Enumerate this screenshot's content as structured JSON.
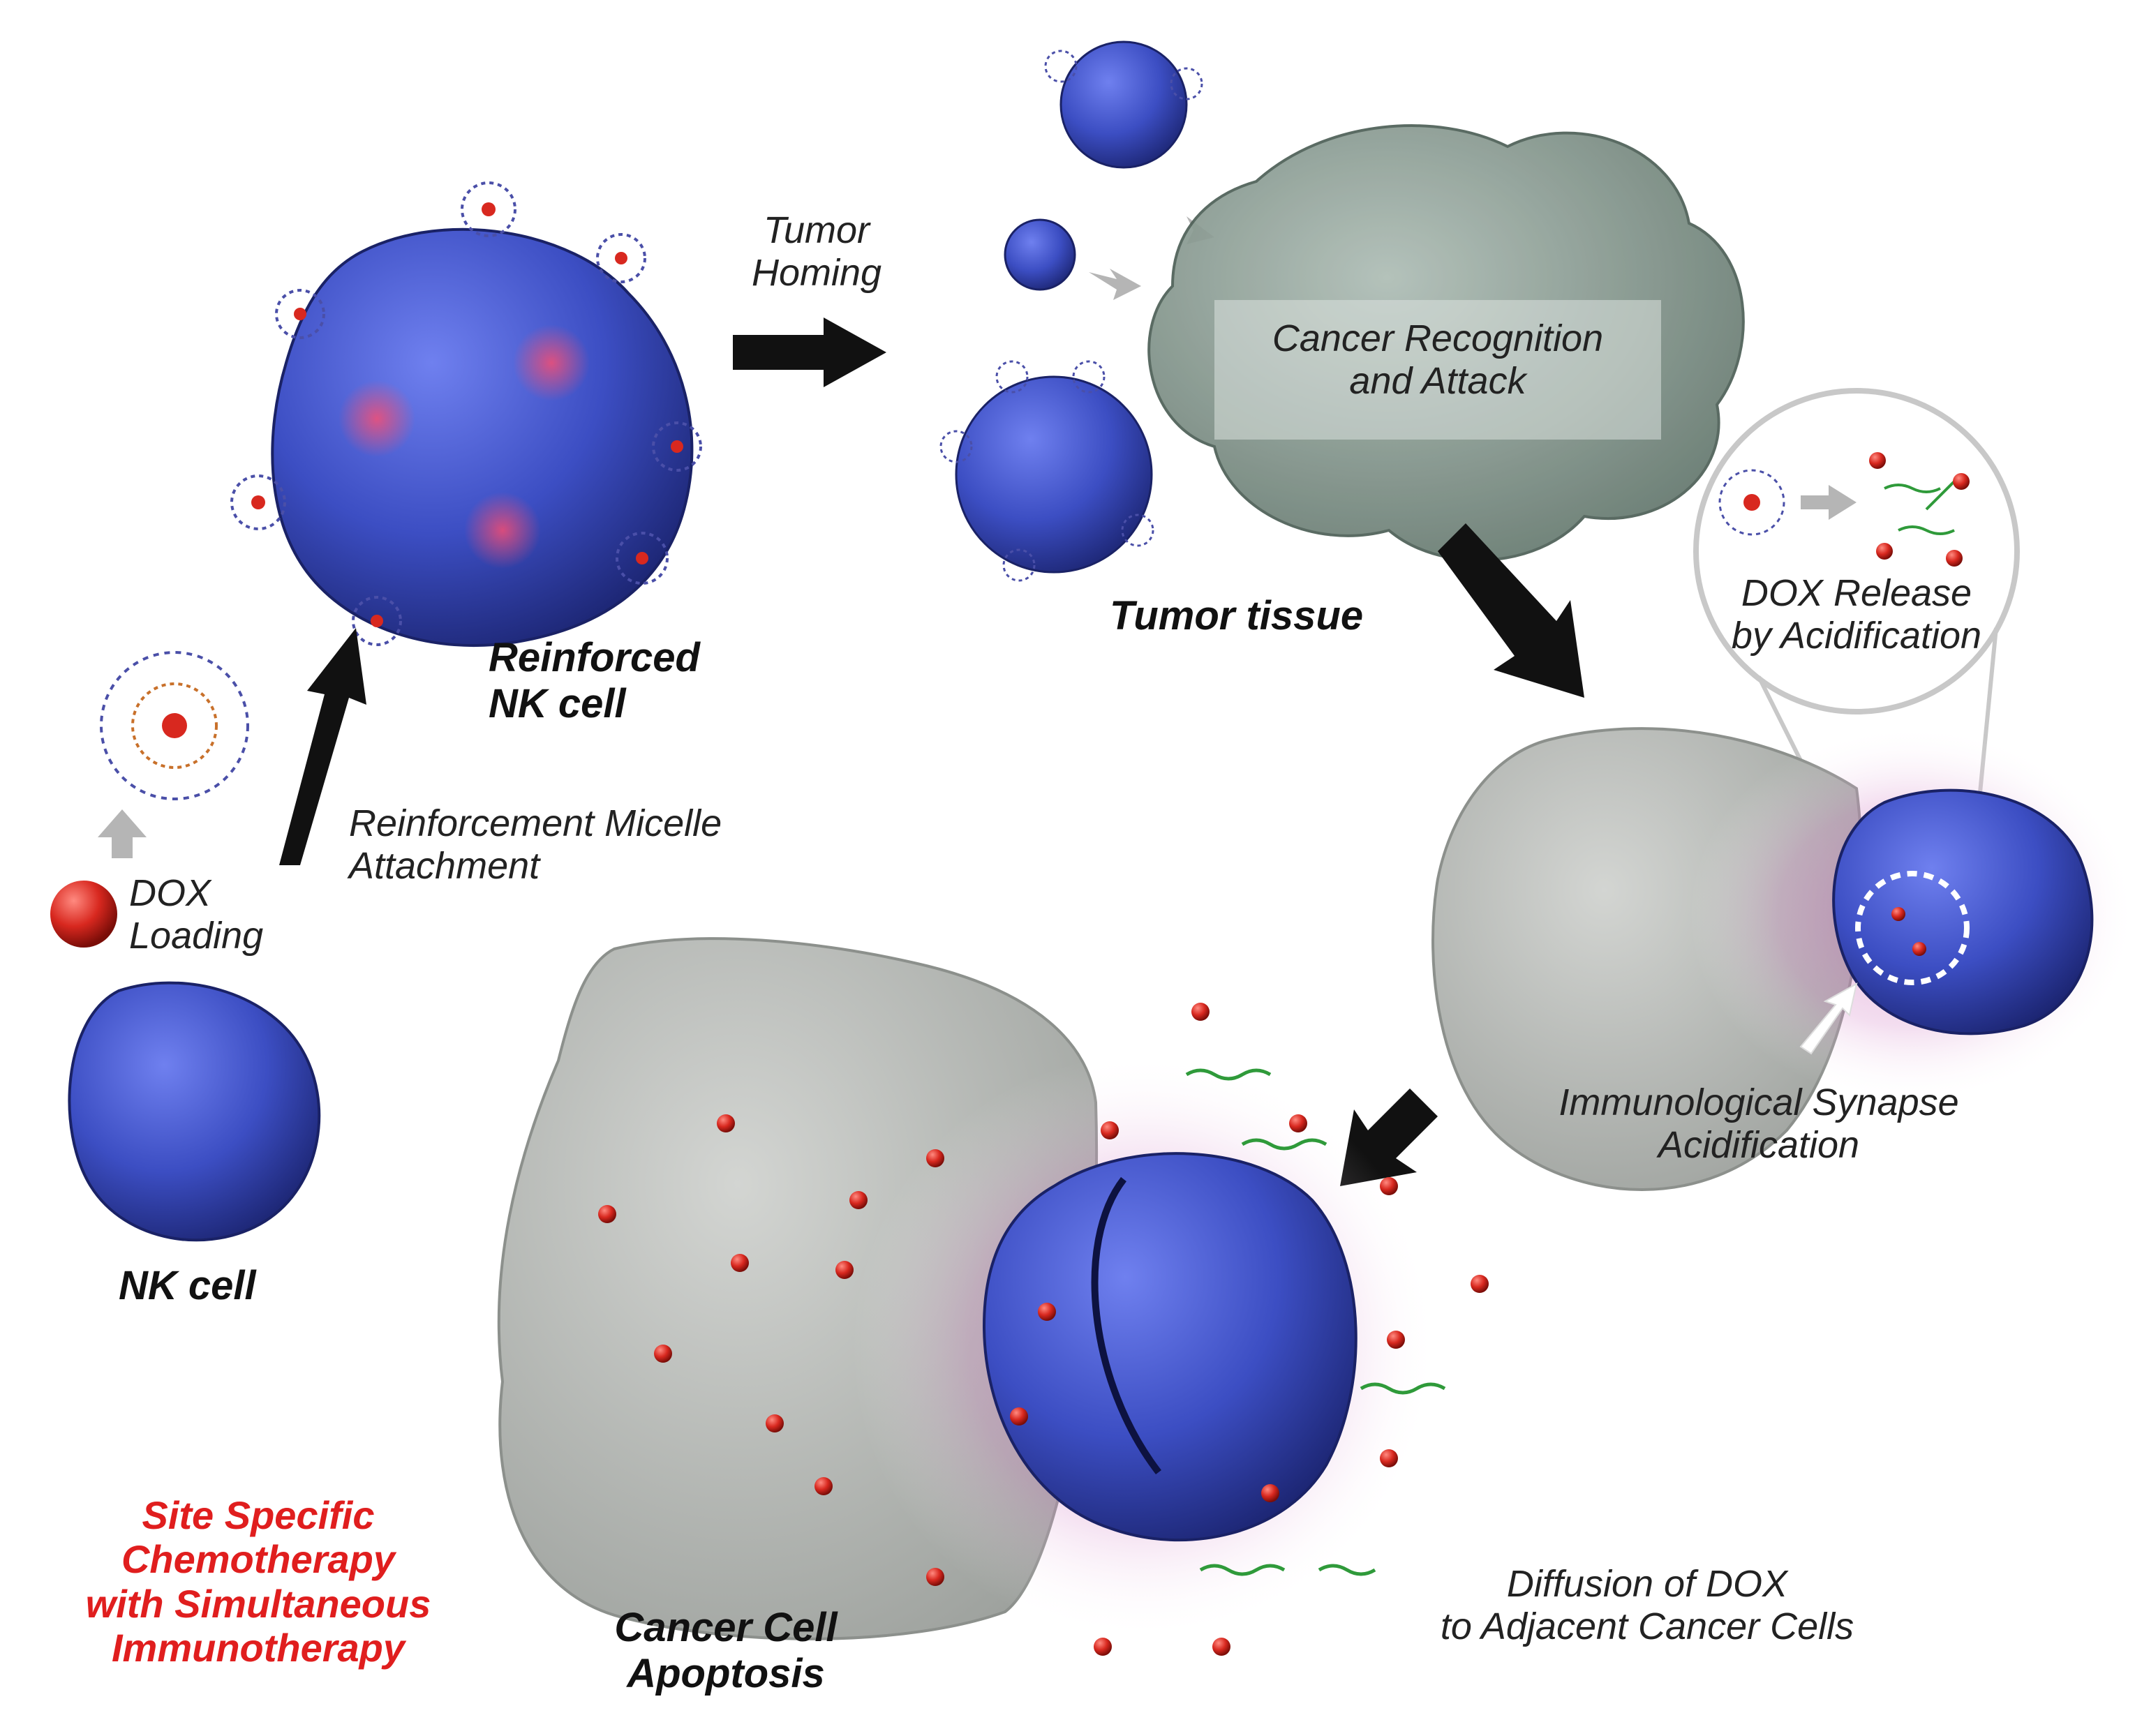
{
  "labels": {
    "tumor_homing": "Tumor\nHoming",
    "cancer_recognition": "Cancer Recognition\nand Attack",
    "reinforced_nk": "Reinforced\nNK cell",
    "tumor_tissue": "Tumor tissue",
    "dox_release": "DOX Release\nby Acidification",
    "reinforcement_micelle": "Reinforcement Micelle\nAttachment",
    "dox_loading": "DOX\nLoading",
    "nk_cell": "NK cell",
    "immunological_synapse": "Immunological Synapse\nAcidification",
    "site_specific": "Site Specific\nChemotherapy\nwith Simultaneous\nImmunotherapy",
    "cancer_apoptosis": "Cancer Cell\nApoptosis",
    "diffusion": "Diffusion of DOX\nto Adjacent Cancer Cells"
  },
  "colors": {
    "nk_cell": "#3d4fc4",
    "tumor": "#7f948b",
    "cancer_cell": "#b9bcb9",
    "dox": "#d8281f",
    "highlight_red": "#e01e1e",
    "glow": "#c86ab8"
  },
  "icons": [
    "nk-cell-shape",
    "micelle-icon",
    "dox-sphere-icon",
    "arrow-icon",
    "tumor-tissue-shape",
    "cancer-cell-shape",
    "polymer-strand-icon"
  ]
}
